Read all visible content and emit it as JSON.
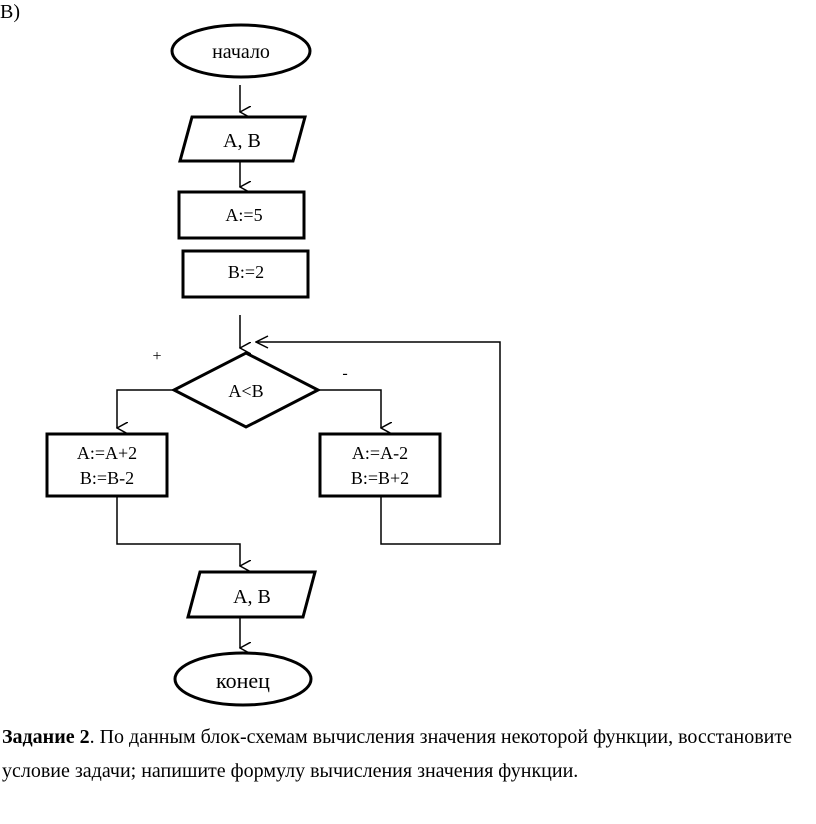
{
  "diagram": {
    "variant_label": "В)",
    "start_label": "начало",
    "input_label": "А, В",
    "assign_a_label": "А:=5",
    "assign_b_label": "В:=2",
    "condition_label": "А<В",
    "yes_label": "+",
    "no_label": "-",
    "yes_branch": [
      "А:=А+2",
      "В:=В-2"
    ],
    "no_branch": [
      "А:=А-2",
      "В:=В+2"
    ],
    "output_label": "А, В",
    "end_label": "конец"
  },
  "task": {
    "title": "Задание 2",
    "text": ". По данным блок-схемам вычисления значения некоторой функции, восстановите условие задачи; напишите формулу вычисления значения функции."
  }
}
